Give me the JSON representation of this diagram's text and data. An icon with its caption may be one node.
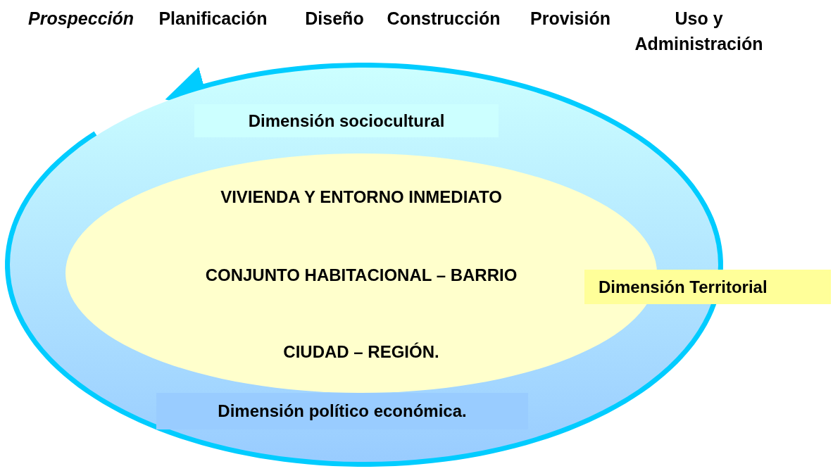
{
  "diagram": {
    "nodes": [
      {
        "text": [],
        "shape": "circle"
      },
      {
        "text": [
          "Dimensión sociocultural"
        ],
        "in": 0
      },
      {
        "text": [
          "VIVIENDA Y ENTORNO INMEDIATO",
          "CONJUNTO HABITACIONAL – BARRIO",
          "CIUDAD – REGIÓN."
        ],
        "in": 0
      },
      {
        "text": [
          "Dimensión político económica."
        ],
        "in": 0
      },
      {
        "text": [
          "Dimensión Territorial"
        ]
      }
    ],
    "labels": [
      "Prospección",
      "Planificación",
      "Diseño",
      "Construcción",
      "Provisión",
      "Uso y Administración"
    ]
  }
}
